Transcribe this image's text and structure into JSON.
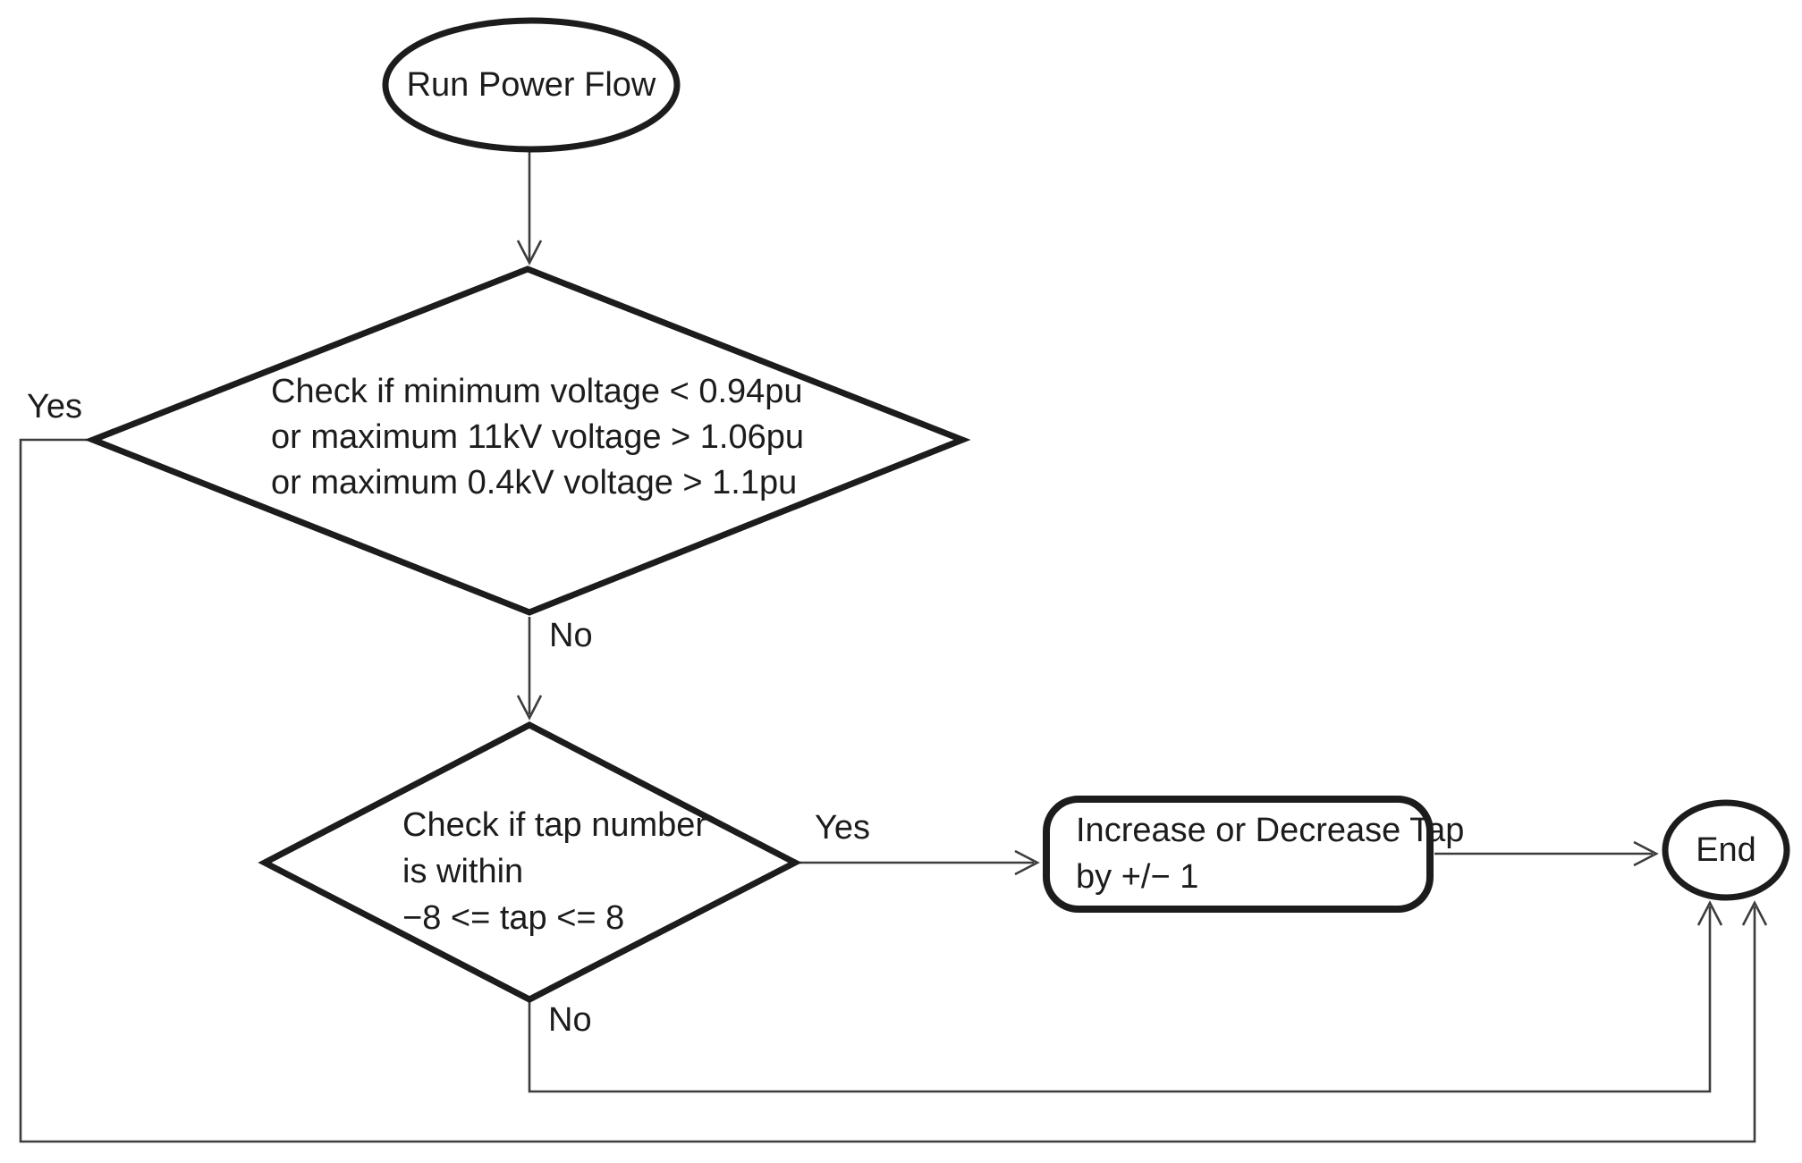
{
  "nodes": {
    "start": {
      "label": "Run Power Flow"
    },
    "decision_voltage": {
      "lines": [
        "Check if minimum voltage < 0.94pu",
        "or maximum 11kV voltage > 1.06pu",
        "or maximum 0.4kV voltage > 1.1pu"
      ]
    },
    "decision_tap": {
      "lines": [
        "Check if tap number",
        "is within",
        "−8 <= tap <= 8"
      ]
    },
    "process_tap": {
      "lines": [
        "Increase or Decrease Tap",
        "by +/− 1"
      ]
    },
    "end": {
      "label": "End"
    }
  },
  "edge_labels": {
    "voltage_yes": "Yes",
    "voltage_no": "No",
    "tap_yes": "Yes",
    "tap_no": "No"
  },
  "colors": {
    "shape_stroke": "#1c1c1c",
    "connector_stroke": "#3d3d3d",
    "text": "#1c1c1c",
    "background": "#ffffff"
  }
}
